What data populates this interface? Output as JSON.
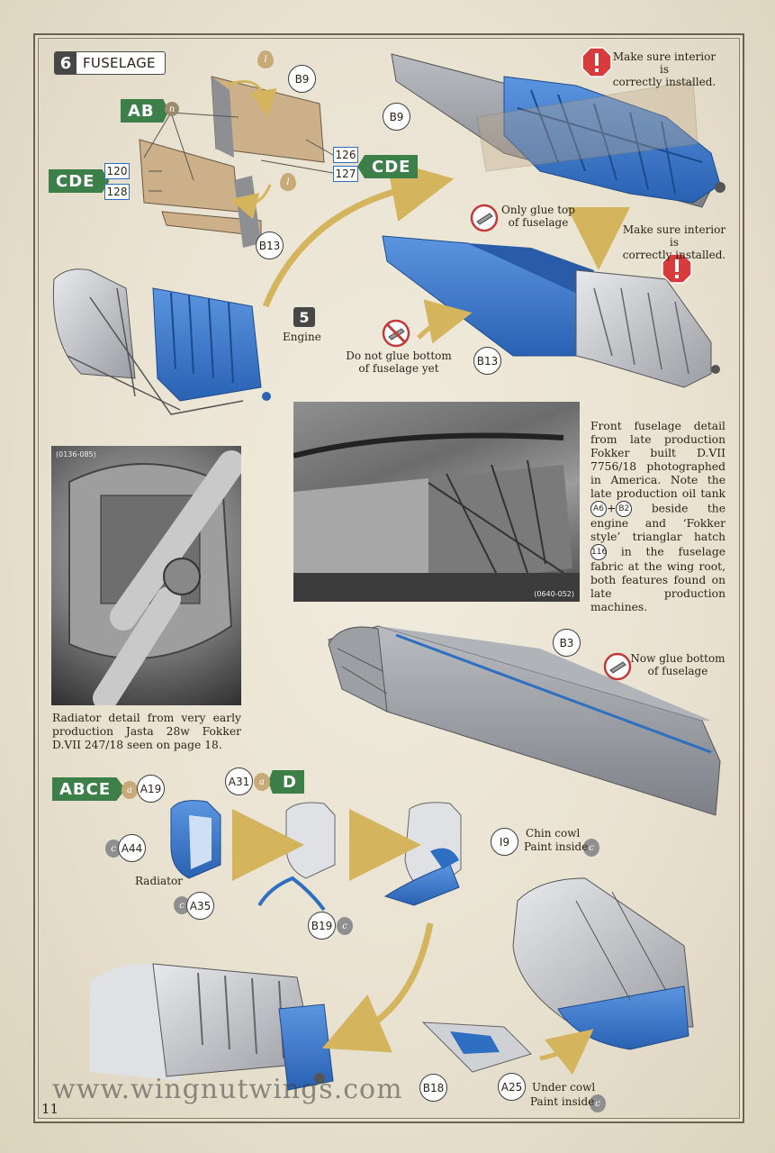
{
  "step": {
    "number": "6",
    "title": "FUSELAGE"
  },
  "tags": {
    "ab": "AB",
    "cde_left": "CDE",
    "cde_right": "CDE",
    "abce": "ABCE",
    "d": "D"
  },
  "parts": {
    "b9_top": "B9",
    "b9_mid": "B9",
    "b13_left": "B13",
    "b13_mid": "B13",
    "n126": "126",
    "n127": "127",
    "n120": "120",
    "n128": "128",
    "b3": "B3",
    "a19": "A19",
    "a31": "A31",
    "a44": "A44",
    "a35": "A35",
    "b19": "B19",
    "i9": "I9",
    "b18": "B18",
    "a25": "A25"
  },
  "drops": {
    "l1": "l",
    "l2": "l",
    "n": "n",
    "a1": "a",
    "a2": "a",
    "c1": "c",
    "c2": "c",
    "c3": "c",
    "c4": "c",
    "c5": "c"
  },
  "engine": {
    "number": "5",
    "label": "Engine"
  },
  "notes": {
    "interior1": "Make sure interior is\ncorrectly installed.",
    "interior2": "Make sure interior is\ncorrectly installed.",
    "glue_top": "Only glue top\nof fuselage",
    "no_glue_bottom": "Do not glue bottom\nof fuselage yet",
    "glue_bottom": "Now glue bottom\nof fuselage",
    "radiator": "Radiator",
    "chin_cowl": "Chin cowl",
    "chin_paint": "Paint inside",
    "under_cowl": "Under cowl",
    "under_paint": "Paint inside"
  },
  "photos": {
    "left_id": "(0136-085)",
    "right_id": "(0640-052)"
  },
  "captions": {
    "right_part1": "Front fuselage detail from late production Fokker built D.VII 7756/18 photo­graphed in America. Note the late production oil tank",
    "right_a6": "A6",
    "right_plus": "+",
    "right_b2": "B2",
    "right_part2": "beside the engine and ‘Fokker style’ trianglar hatch",
    "right_116": "116",
    "right_part3": "in the fuselage fabric at the wing root, both features found on late production machines.",
    "left": "Radiator detail from very early production Jasta 28w Fokker D.VII 247/18 seen on page 18."
  },
  "watermark": "www.wingnutwings.com",
  "page_number": "11",
  "colors": {
    "blue": "#2f6fc1",
    "green": "#3d7f48",
    "grey": "#8e9196",
    "gold": "#d5b45e",
    "warn_red": "#d73b3b"
  }
}
